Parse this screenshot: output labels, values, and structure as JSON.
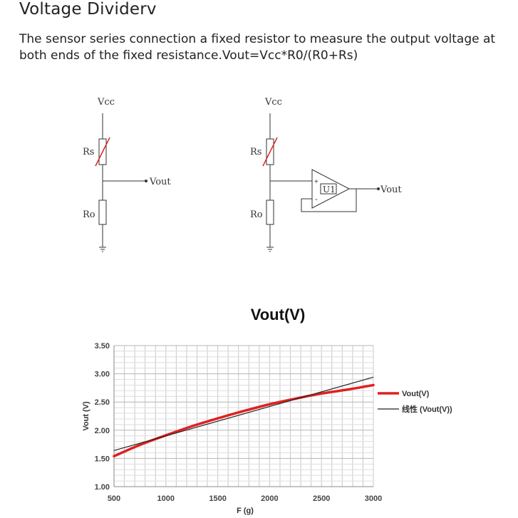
{
  "page": {
    "title": "Voltage Dividerv",
    "paragraph": "The sensor series connection a fixed resistor to measure the output voltage at both ends of the fixed resistance.Vout=Vcc*R0/(R0+Rs)"
  },
  "schematic_left": {
    "vcc": "Vcc",
    "rs": "Rs",
    "ro": "Ro",
    "vout": "Vout"
  },
  "schematic_right": {
    "vcc": "Vcc",
    "rs": "Rs",
    "ro": "Ro",
    "vout": "Vout",
    "opamp": "U1",
    "plus": "+",
    "minus": "-"
  },
  "colors": {
    "series_main": "#e02020",
    "series_linear": "#222222",
    "grid": "#c8c8c8"
  },
  "chart_data": {
    "type": "line",
    "title": "Vout(V)",
    "xlabel": "F (g)",
    "ylabel": "Vout (V)",
    "xlim": [
      500,
      3000
    ],
    "ylim": [
      1.0,
      3.5
    ],
    "x_ticks": [
      "500",
      "1000",
      "1500",
      "2000",
      "2500",
      "3000"
    ],
    "y_ticks": [
      "1.00",
      "1.50",
      "2.00",
      "2.50",
      "3.00",
      "3.50"
    ],
    "grid": true,
    "legend_position": "right",
    "series": [
      {
        "name": "Vout(V)",
        "color": "#e02020",
        "x": [
          500,
          750,
          1000,
          1250,
          1500,
          1750,
          2000,
          2250,
          2500,
          2750,
          3000
        ],
        "y": [
          1.54,
          1.74,
          1.91,
          2.07,
          2.21,
          2.34,
          2.46,
          2.56,
          2.65,
          2.72,
          2.8
        ]
      },
      {
        "name": "线性 (Vout(V))",
        "color": "#222222",
        "x": [
          500,
          3000
        ],
        "y": [
          1.64,
          2.94
        ]
      }
    ]
  }
}
